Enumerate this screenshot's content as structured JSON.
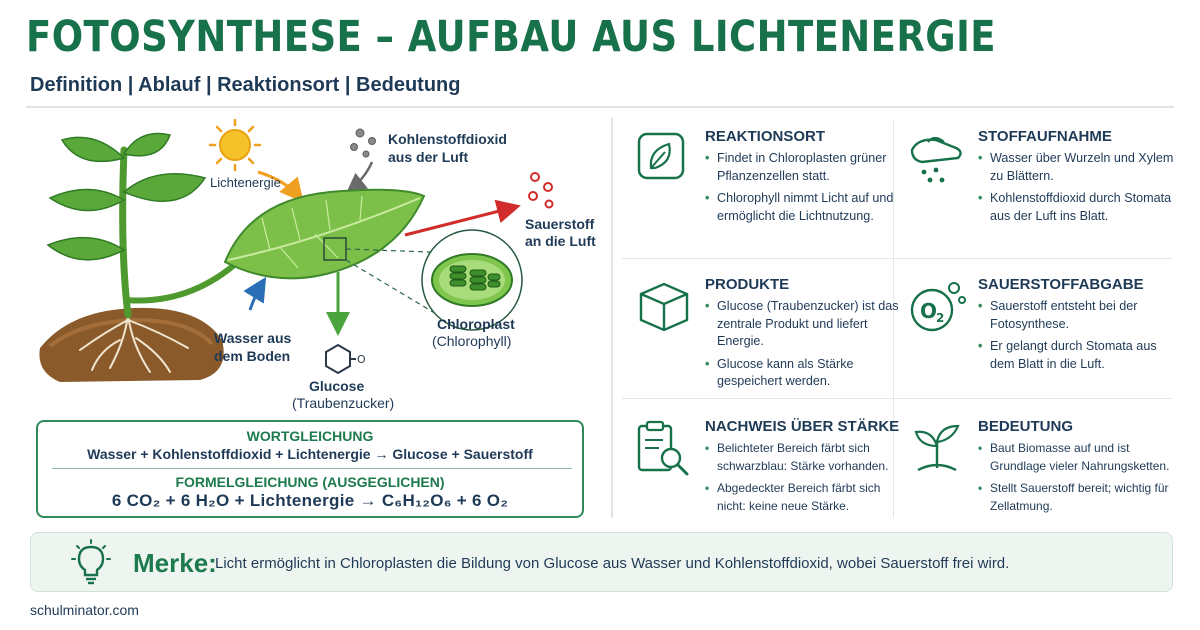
{
  "header": {
    "title": "FOTOSYNTHESE – AUFBAU AUS LICHTENERGIE",
    "subtitle": "Definition | Ablauf | Reaktionsort | Bedeutung"
  },
  "illustration": {
    "light": "Lichtenergie",
    "co2_line1": "Kohlenstoffdioxid",
    "co2_line2": "aus der Luft",
    "o2_line1": "Sauerstoff",
    "o2_line2": "an die Luft",
    "water_line1": "Wasser aus",
    "water_line2": "dem Boden",
    "chloro_line1": "Chloroplast",
    "chloro_line2": "(Chlorophyll)",
    "glucose_line1": "Glucose",
    "glucose_line2": "(Traubenzucker)"
  },
  "equations": {
    "word_heading": "WORTGLEICHUNG",
    "word_text": "Wasser + Kohlenstoffdioxid + Lichtenergie → Glucose + Sauerstoff",
    "formula_heading": "FORMELGLEICHUNG (AUSGEGLICHEN)",
    "formula_text": "6 CO₂  +  6 H₂O  +  Lichtenergie   →   C₆H₁₂O₆  +  6 O₂"
  },
  "cards": [
    {
      "title": "REAKTIONSORT",
      "icon": "leaf-icon",
      "items": [
        "Findet in Chloroplasten grüner Pflanzenzellen statt.",
        "Chlorophyll nimmt Licht auf und ermöglicht die Lichtnutzung."
      ]
    },
    {
      "title": "STOFFAUFNAHME",
      "icon": "watering-can-icon",
      "items": [
        "Wasser über Wurzeln und Xylem zu Blättern.",
        "Kohlenstoffdioxid durch Stomata aus der Luft ins Blatt."
      ]
    },
    {
      "title": "PRODUKTE",
      "icon": "box-icon",
      "items": [
        "Glucose (Traubenzucker) ist das zentrale Produkt und liefert Energie.",
        "Glucose kann als Stärke gespeichert werden."
      ]
    },
    {
      "title": "SAUERSTOFFABGABE",
      "icon": "oxygen-icon",
      "items": [
        "Sauerstoff entsteht bei der Fotosynthese.",
        "Er gelangt durch Stomata aus dem Blatt in die Luft."
      ]
    },
    {
      "title": "NACHWEIS ÜBER STÄRKE",
      "icon": "clipboard-magnifier-icon",
      "items": [
        "Belichteter Bereich färbt sich schwarzblau: Stärke vorhanden.",
        "Abgedeckter Bereich färbt sich nicht: keine neue Stärke."
      ]
    },
    {
      "title": "BEDEUTUNG",
      "icon": "sprout-icon",
      "items": [
        "Baut Biomasse auf und ist Grundlage vieler Nahrungsketten.",
        "Stellt Sauerstoff bereit; wichtig für Zellatmung."
      ]
    }
  ],
  "merke": {
    "label": "Merke:",
    "text": "Licht ermöglicht in Chloroplasten die Bildung von Glucose aus Wasser und Kohlenstoffdioxid, wobei Sauerstoff frei wird.",
    "icon": "lightbulb-icon"
  },
  "footer": {
    "source": "schulminator.com"
  },
  "colors": {
    "accent": "#17714a",
    "text": "#1f3a57",
    "arrow_red": "#d12b2b",
    "arrow_blue": "#2a6fb5",
    "arrow_orange": "#f0a020"
  }
}
